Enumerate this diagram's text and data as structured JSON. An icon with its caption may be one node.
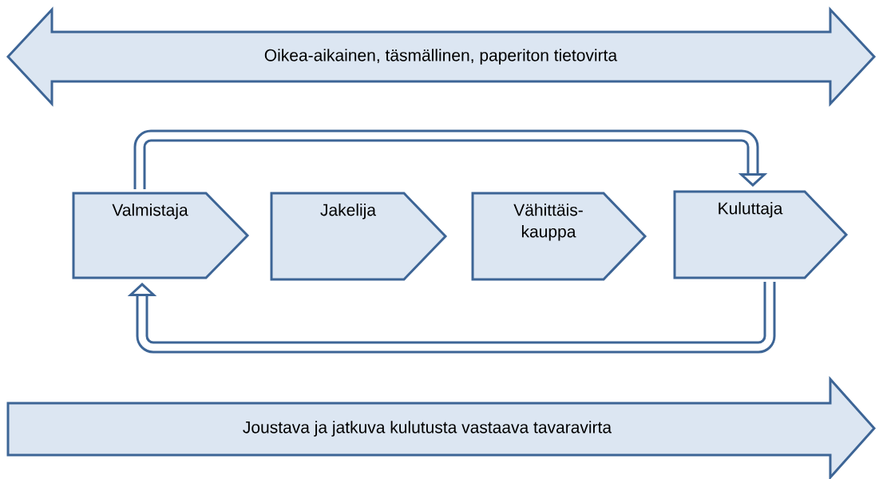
{
  "diagram": {
    "nodes": [
      {
        "text": [
          "Oikea-aikainen, täsmällinen, paperiton tietovirta"
        ]
      },
      {
        "text": [
          "Valmistaja"
        ]
      },
      {
        "text": [
          "Jakelija"
        ]
      },
      {
        "text": [
          "Vähittäis- kauppa"
        ]
      },
      {
        "text": [
          "Kuluttaja"
        ]
      },
      {
        "text": [
          "Joustava ja jatkuva kulutusta vastaava tavaravirta"
        ]
      }
    ],
    "edges": [
      {
        "from": 1,
        "to": 4,
        "arrow": "to"
      },
      {
        "from": 4,
        "to": 1,
        "arrow": "to"
      }
    ]
  }
}
